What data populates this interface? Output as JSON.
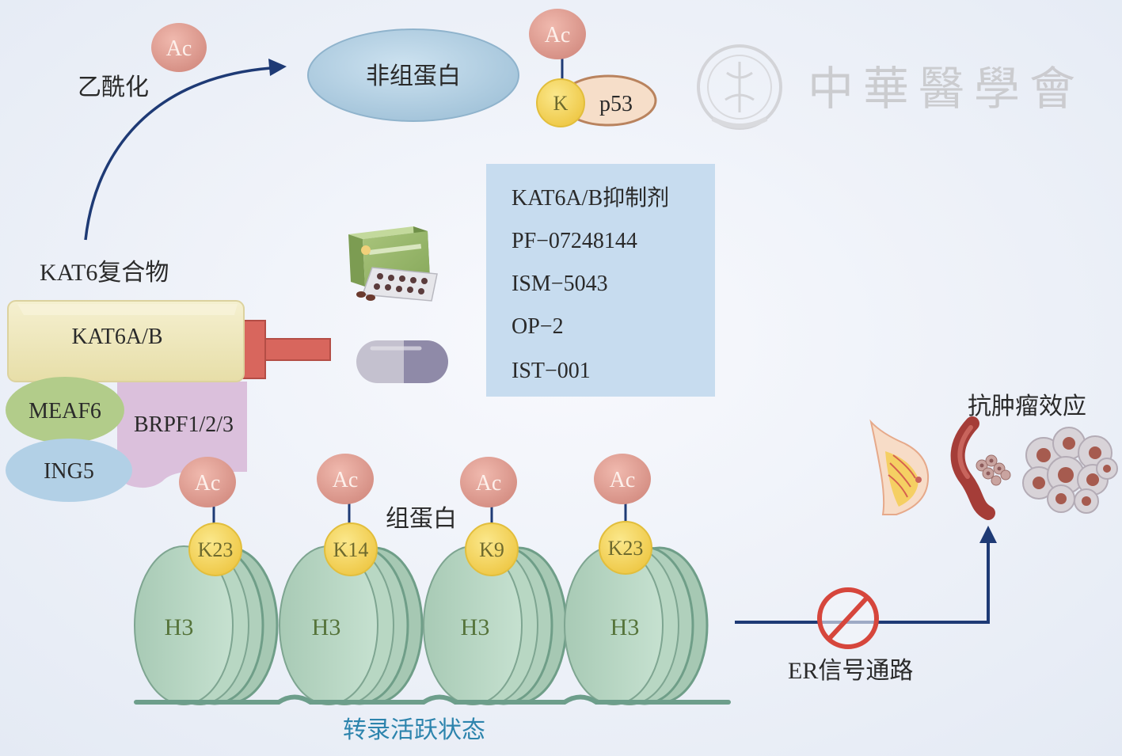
{
  "acetylation": {
    "ac": "Ac",
    "label": "乙酰化"
  },
  "non_histone": {
    "label": "非组蛋白"
  },
  "p53": {
    "ac": "Ac",
    "lysine": "K",
    "label": "p53"
  },
  "watermark": {
    "text": "中華醫學會"
  },
  "inhibitors": {
    "heading": "KAT6A/B抑制剂",
    "items": [
      "PF−07248144",
      "ISM−5043",
      "OP−2",
      "IST−001"
    ]
  },
  "complex": {
    "title": "KAT6复合物",
    "kat6ab": "KAT6A/B",
    "meaf6": "MEAF6",
    "brpf": "BRPF1/2/3",
    "ing5": "ING5"
  },
  "histone": {
    "label": "组蛋白",
    "state": "转录活跃状态",
    "nucleosomes": [
      {
        "ac": "Ac",
        "site": "K23",
        "core": "H3"
      },
      {
        "ac": "Ac",
        "site": "K14",
        "core": "H3"
      },
      {
        "ac": "Ac",
        "site": "K9",
        "core": "H3"
      },
      {
        "ac": "Ac",
        "site": "K23",
        "core": "H3"
      }
    ]
  },
  "er_pathway": {
    "label": "ER信号通路"
  },
  "outcome": {
    "label": "抗肿瘤效应"
  },
  "icons": [
    "pill-box-icon",
    "capsule-icon",
    "inhibitor-tbar-icon",
    "prohibition-icon",
    "breast-icon",
    "blood-vessel-icon",
    "tumor-cells-icon",
    "seal-logo-icon"
  ],
  "colors": {
    "acetyl": "#d48d82",
    "lysine": "#eec744",
    "non_histone": "#9ec0d7",
    "kat6ab": "#ece5b4",
    "meaf6": "#b2cc8a",
    "brpf": "#dbc0dc",
    "ing5": "#b2d0e6",
    "nucleosome": "#b9d8c4",
    "inhibitor_box": "#c7dcef",
    "inhibitor_bar": "#d8665d",
    "arrow": "#1e3a75",
    "prohibition": "#d6463c",
    "state_text": "#2d84ad"
  }
}
